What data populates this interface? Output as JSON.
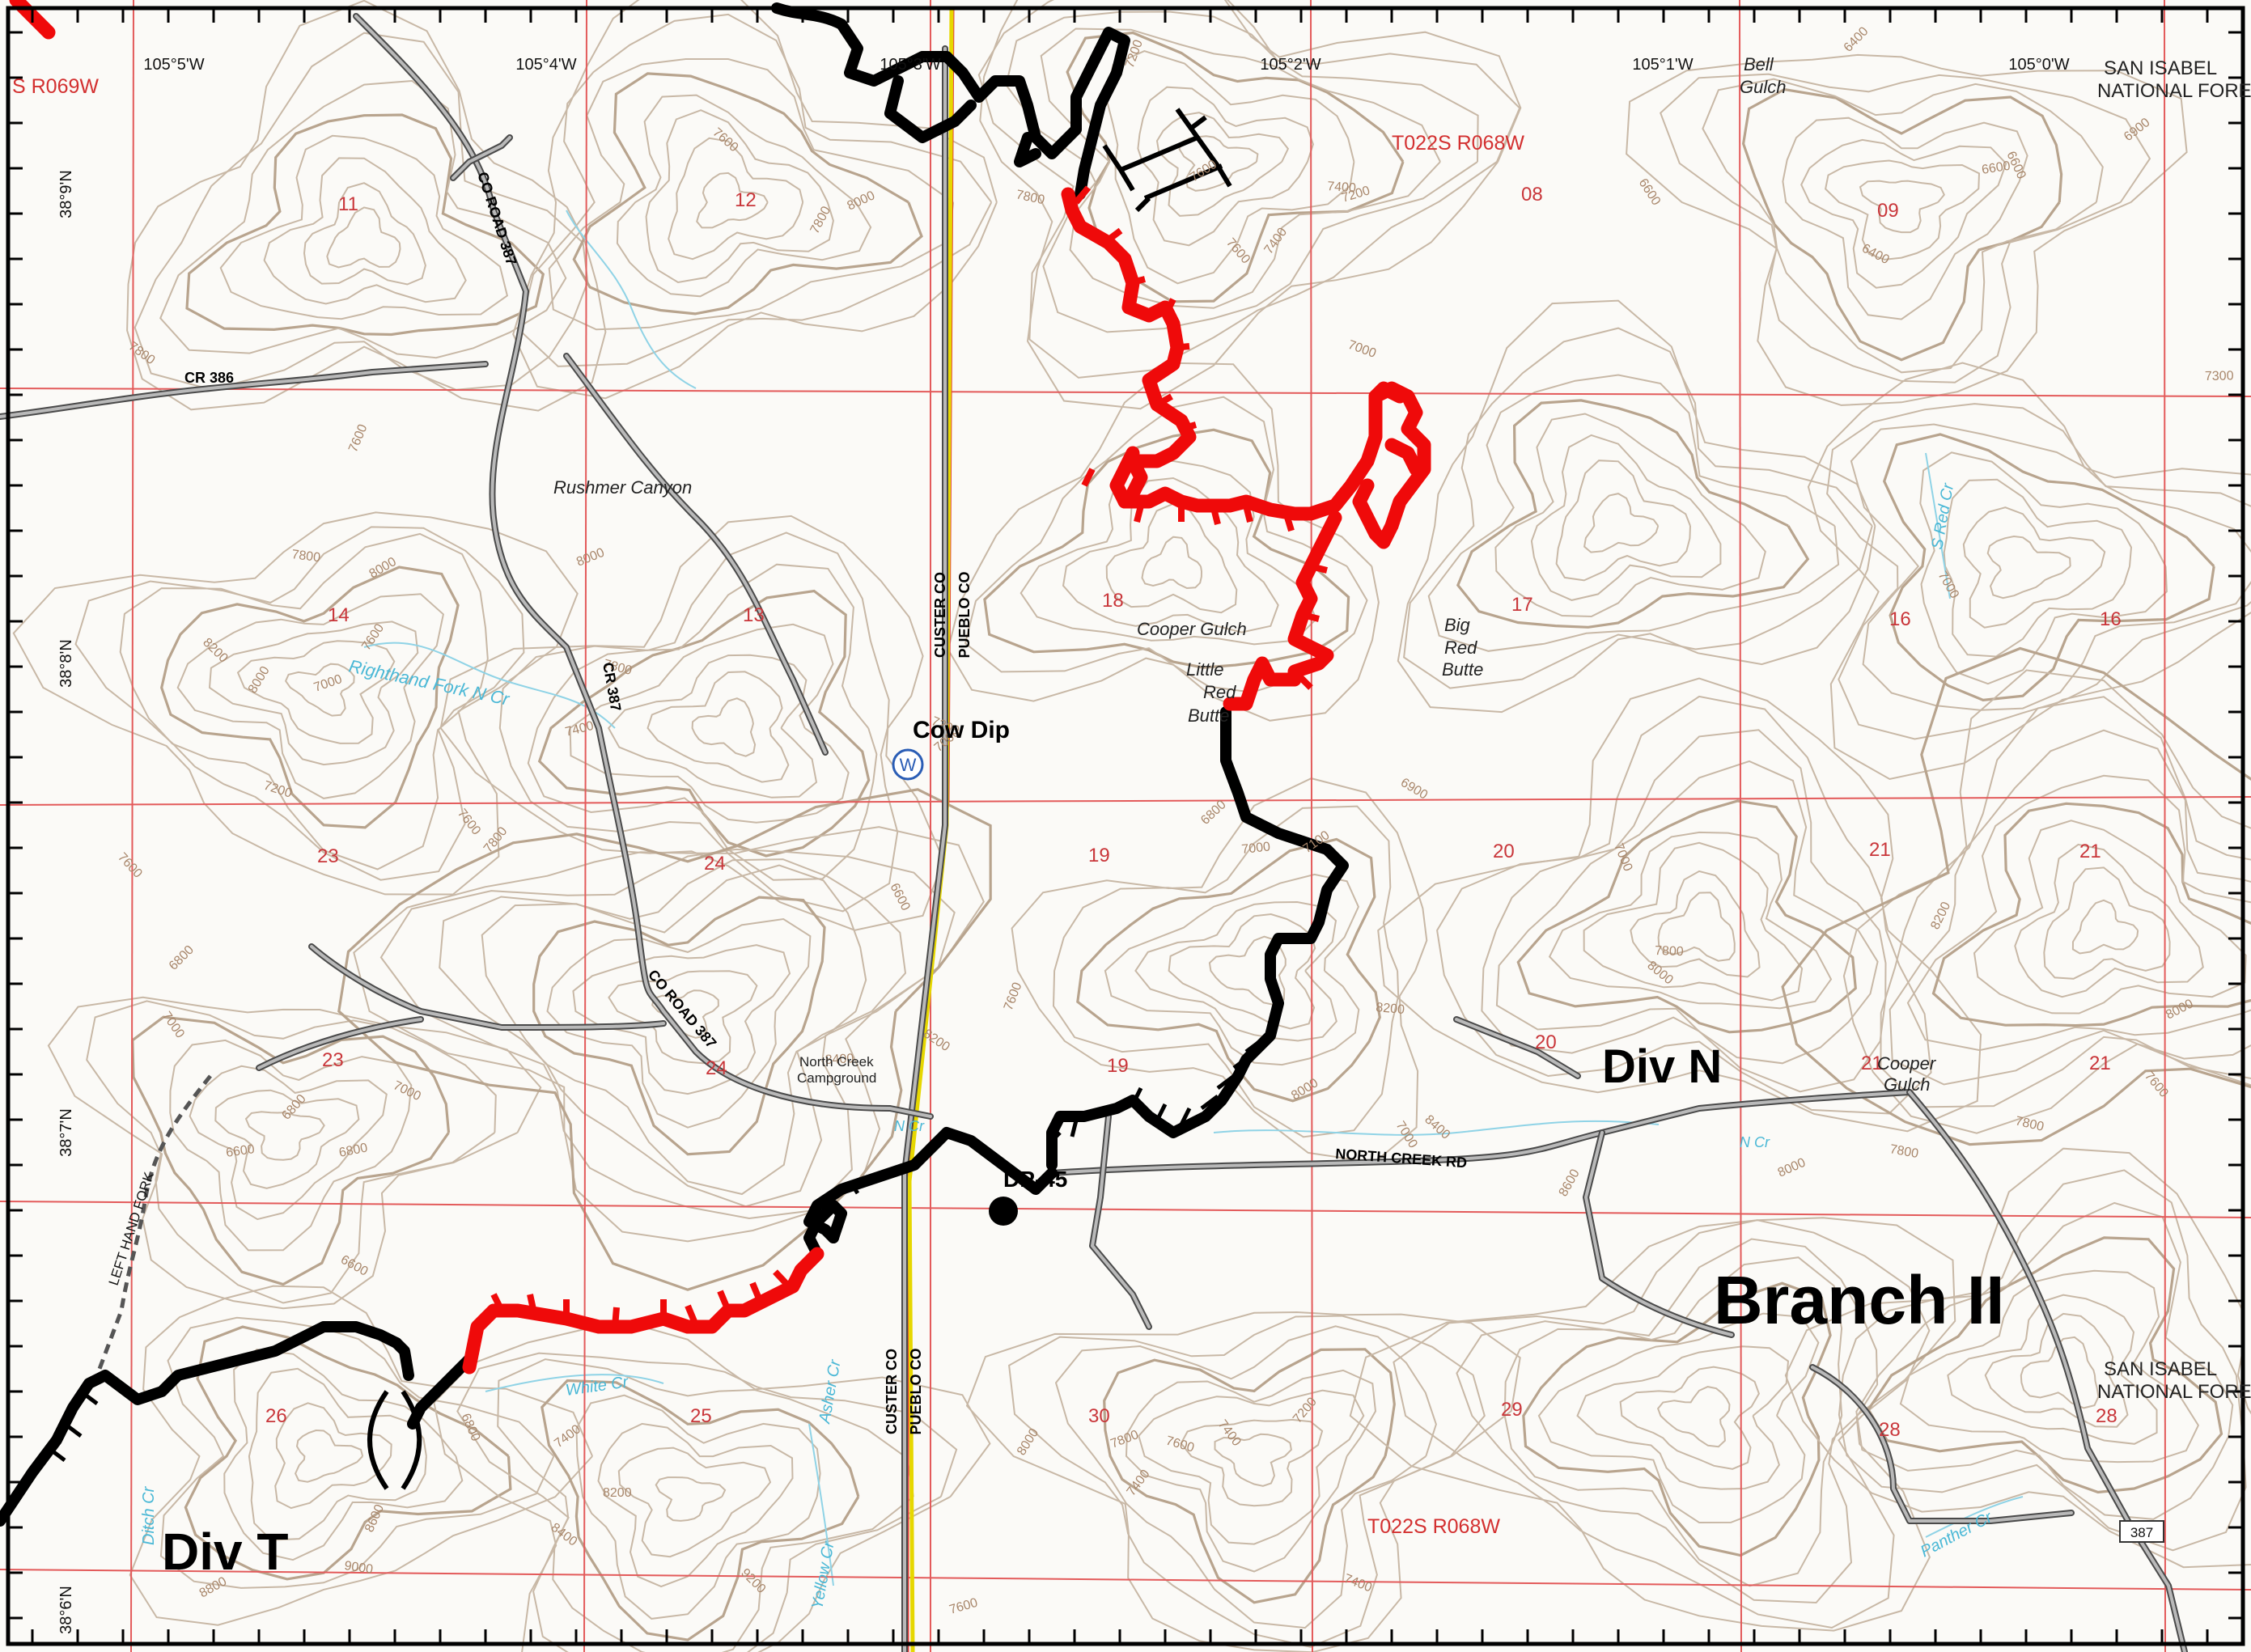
{
  "colors": {
    "fire_line_completed": "#000000",
    "fire_line_uncontained": "#ef0a0a",
    "grid": "#e35a5a",
    "contour": "#c8b8a6",
    "road": "#4a4a4a",
    "creek": "#8fd3e6"
  },
  "longitudes": [
    "105°5'W",
    "105°4'W",
    "105°3'W",
    "105°2'W",
    "105°1'W",
    "105°0'W"
  ],
  "latitudes": [
    "38°9'N",
    "38°8'N",
    "38°7'N",
    "38°6'N"
  ],
  "township_labels": [
    "S R069W",
    "T022S R068W",
    "T022S R068W"
  ],
  "national_forest": [
    "SAN ISABEL",
    "NATIONAL FOREST",
    "SAN ISABEL",
    "NATIONAL FOREST"
  ],
  "sections": [
    "11",
    "12",
    "08",
    "09",
    "14",
    "13",
    "18",
    "17",
    "16",
    "16",
    "23",
    "24",
    "19",
    "20",
    "21",
    "21",
    "23",
    "24",
    "19",
    "20",
    "21",
    "21",
    "26",
    "25",
    "30",
    "29",
    "28",
    "28"
  ],
  "places": {
    "bell_gulch": "Bell Gulch",
    "rushmer_canyon": "Rushmer Canyon",
    "cooper_gulch": "Cooper Gulch",
    "little_red_butte": "Little Red Butte",
    "big_red_butte": "Big Red Butte",
    "righthand_fork": "Righthand Fork N Cr",
    "north_creek_campground": "North Creek Campground",
    "cooper_gulch_2": "Cooper Gulch",
    "white_cr": "White Cr",
    "asher_cr": "Asher Cr",
    "yellow_cr": "Yellow Cr",
    "ditch_cr": "Ditch Cr",
    "s_red_cr": "S Red Cr",
    "panther_cr": "Panther Cr",
    "n_cr": "N Cr",
    "left_hand_fork": "LEFT HAND FORK"
  },
  "roads": {
    "co_road_387_top": "CO ROAD 387",
    "cr_386": "CR 386",
    "cr_387": "CR 387",
    "co_road_387_mid": "CO ROAD 387",
    "north_creek_rd": "NORTH CREEK RD",
    "shield_387": "387"
  },
  "county_labels": [
    "CUSTER CO",
    "PUEBLO CO",
    "CUSTER CO",
    "PUEBLO CO"
  ],
  "features": {
    "water_source_symbol": "W",
    "water_source_name": "Cow Dip",
    "drop_point": "DP-45"
  },
  "divisions": {
    "div_n": "Div N",
    "div_t": "Div T",
    "branch": "Branch II"
  },
  "elevations": [
    "7200",
    "7600",
    "7400",
    "7600",
    "7800",
    "8000",
    "7800",
    "7600",
    "7400",
    "7200",
    "7000",
    "6600",
    "6400",
    "6600",
    "6400",
    "6600",
    "6900",
    "7300",
    "7800",
    "7600",
    "8000",
    "7800",
    "8200",
    "8000",
    "8000",
    "7800",
    "7600",
    "7800",
    "7400",
    "7200",
    "7000",
    "6800",
    "7000",
    "6900",
    "7000",
    "7100",
    "7800",
    "8000",
    "8200",
    "8000",
    "7800",
    "7600",
    "7600",
    "7000",
    "7200",
    "7000",
    "6800",
    "6800",
    "7000",
    "6600",
    "7000",
    "8400",
    "8200",
    "7600",
    "8000",
    "8200",
    "8400",
    "8600",
    "8000",
    "7800",
    "7600",
    "7400",
    "7600",
    "7400",
    "7000",
    "6800",
    "6600",
    "6600",
    "6800",
    "7400",
    "8200",
    "8400",
    "8600",
    "8800",
    "9000",
    "9200",
    "8000",
    "7800",
    "7600",
    "7400",
    "7200"
  ]
}
